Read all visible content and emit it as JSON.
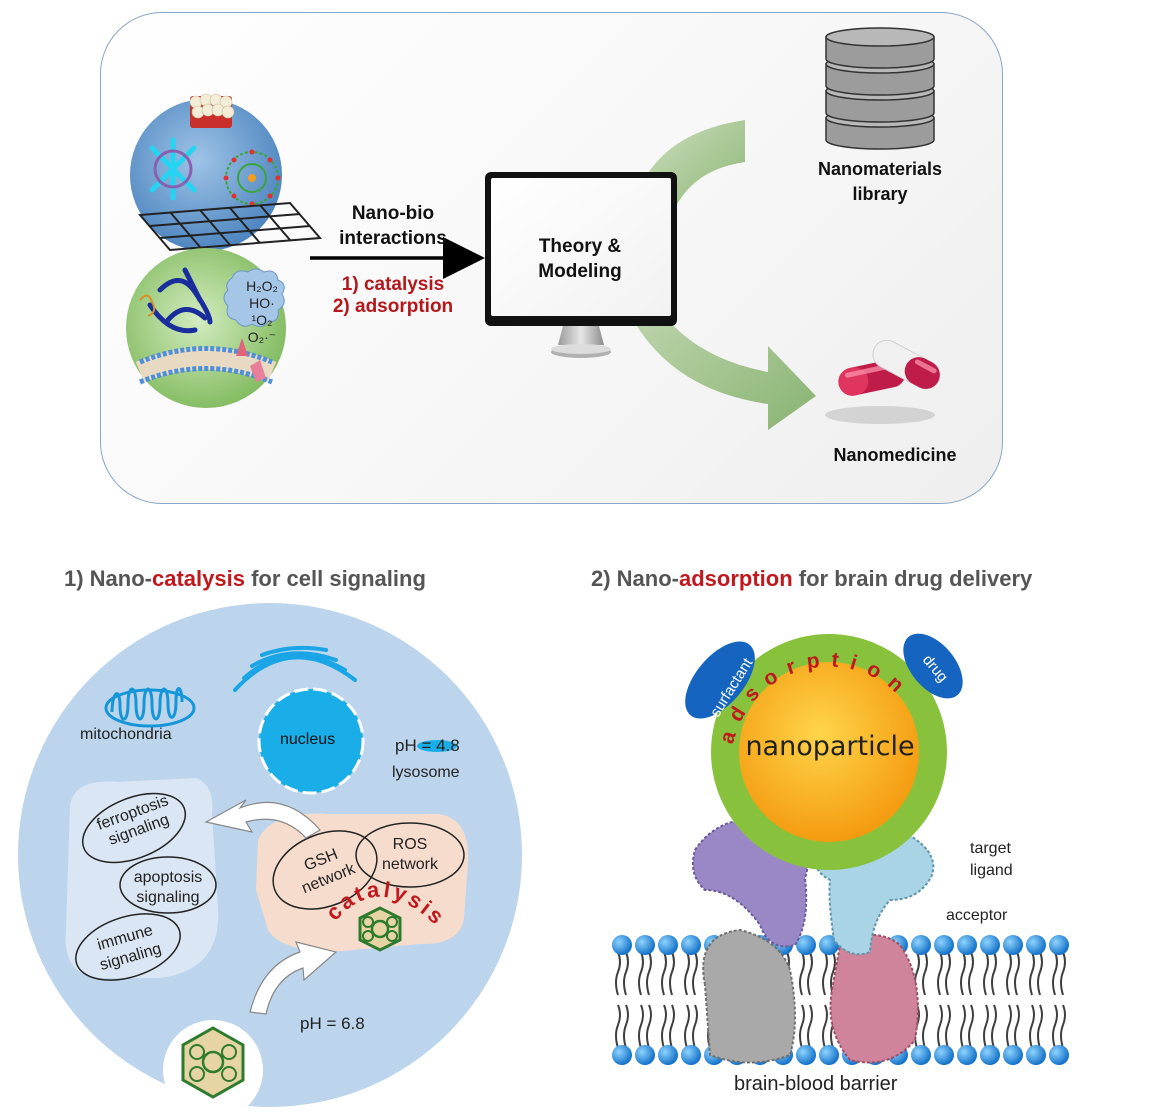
{
  "top": {
    "arrow_title": "Nano-bio\ninteractions",
    "list_item_1": "1) catalysis",
    "list_item_2": "2) adsorption",
    "monitor_text": "Theory &\nModeling",
    "library_label": "Nanomaterials\nlibrary",
    "medicine_label": "Nanomedicine",
    "ros_species": {
      "h2o2": "H₂O₂",
      "ho": "HO·",
      "singlet_o2": "¹O₂",
      "superoxide": "O₂·⁻"
    }
  },
  "left_section": {
    "heading_prefix": "1)  Nano-",
    "heading_highlight": "catalysis",
    "heading_suffix": " for cell signaling",
    "mitochondria": "mitochondria",
    "nucleus": "nucleus",
    "ph_lysosome": "pH = 4.8",
    "lysosome": "lysosome",
    "ferroptosis": "ferroptosis\nsignaling",
    "apoptosis": "apoptosis\nsignaling",
    "immune": "immune\nsignaling",
    "gsh": "GSH\nnetwork",
    "ros": "ROS\nnetwork",
    "catalysis_arc": "catalysis",
    "ph_cell": "pH = 6.8"
  },
  "right_section": {
    "heading_prefix": "2)  Nano-",
    "heading_highlight": "adsorption",
    "heading_suffix": " for brain drug delivery",
    "adsorption_arc": "adsorption",
    "nanoparticle": "nanoparticle",
    "surfactant": "surfactant",
    "drug": "drug",
    "target_ligand": "target\nligand",
    "acceptor": "acceptor",
    "barrier": "brain-blood barrier"
  },
  "colors": {
    "accent_red": "#c0181d",
    "panel_border": "#8aa7c8",
    "cell_blue": "#b9d3ea",
    "arrow_green": "#8fb878",
    "nanoparticle_orange": "#f9b21a",
    "ring_green": "#86bf3c"
  }
}
